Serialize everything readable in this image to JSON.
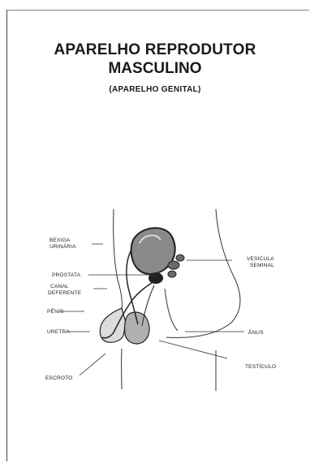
{
  "title": {
    "line1": "APARELHO REPRODUTOR",
    "line2": "MASCULINO",
    "subtitle": "(APARELHO GENITAL)"
  },
  "labels": {
    "bexiga_line1": "BEXIGA",
    "bexiga_line2": "URINÁRIA",
    "prostata": "PRÓSTATA",
    "canal_line1": "CANAL",
    "canal_line2": "DEFERENTE",
    "penis": "PÊNIS",
    "uretra": "URETRA",
    "escroto": "ESCROTO",
    "vesicula_line1": "VESÍCULA",
    "vesicula_line2": "SEMINAL",
    "anus": "ÂNUS",
    "testiculo": "TESTÍCULO"
  },
  "colors": {
    "ink": "#1a1a1a",
    "organ_fill": "#8a8a8a"
  }
}
